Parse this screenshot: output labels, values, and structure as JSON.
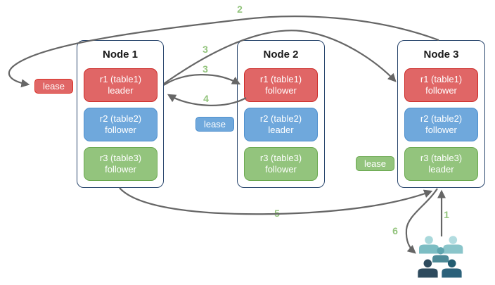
{
  "nodes": [
    {
      "title": "Node 1",
      "replicas": [
        {
          "name": "r1 (table1)",
          "role": "leader",
          "color": "red",
          "color_hex": "#e06666"
        },
        {
          "name": "r2 (table2)",
          "role": "follower",
          "color": "blue",
          "color_hex": "#6fa8dc"
        },
        {
          "name": "r3 (table3)",
          "role": "follower",
          "color": "green",
          "color_hex": "#93c47d"
        }
      ]
    },
    {
      "title": "Node 2",
      "replicas": [
        {
          "name": "r1 (table1)",
          "role": "follower",
          "color": "red",
          "color_hex": "#e06666"
        },
        {
          "name": "r2 (table2)",
          "role": "leader",
          "color": "blue",
          "color_hex": "#6fa8dc"
        },
        {
          "name": "r3 (table3)",
          "role": "follower",
          "color": "green",
          "color_hex": "#93c47d"
        }
      ]
    },
    {
      "title": "Node 3",
      "replicas": [
        {
          "name": "r1 (table1)",
          "role": "follower",
          "color": "red",
          "color_hex": "#e06666"
        },
        {
          "name": "r2 (table2)",
          "role": "follower",
          "color": "blue",
          "color_hex": "#6fa8dc"
        },
        {
          "name": "r3 (table3)",
          "role": "leader",
          "color": "green",
          "color_hex": "#93c47d"
        }
      ]
    }
  ],
  "leases": [
    {
      "text": "lease",
      "color": "red",
      "color_hex": "#e06666"
    },
    {
      "text": "lease",
      "color": "blue",
      "color_hex": "#6fa8dc"
    },
    {
      "text": "lease",
      "color": "green",
      "color_hex": "#93c47d"
    }
  ],
  "steps": [
    {
      "label": "1"
    },
    {
      "label": "2"
    },
    {
      "label": "3"
    },
    {
      "label": "3"
    },
    {
      "label": "4"
    },
    {
      "label": "5"
    },
    {
      "label": "6"
    }
  ],
  "icons": {
    "clients": "people-group-icon"
  },
  "colors": {
    "replica_red": "#e06666",
    "replica_red_border": "#cc2a27",
    "replica_blue": "#6fa8dc",
    "replica_blue_border": "#4f8fcc",
    "replica_green": "#93c47d",
    "replica_green_border": "#6aa84f",
    "node_border": "#28456c",
    "arrow": "#666666",
    "step_label": "#93c47d",
    "client_light": "#a9d8db",
    "client_light_body": "#7cbdc3",
    "client_medium": "#5fa5ae",
    "client_medium_body": "#4d8a97",
    "client_dark": "#2e4b5e",
    "client_dark_teal": "#235d72"
  }
}
